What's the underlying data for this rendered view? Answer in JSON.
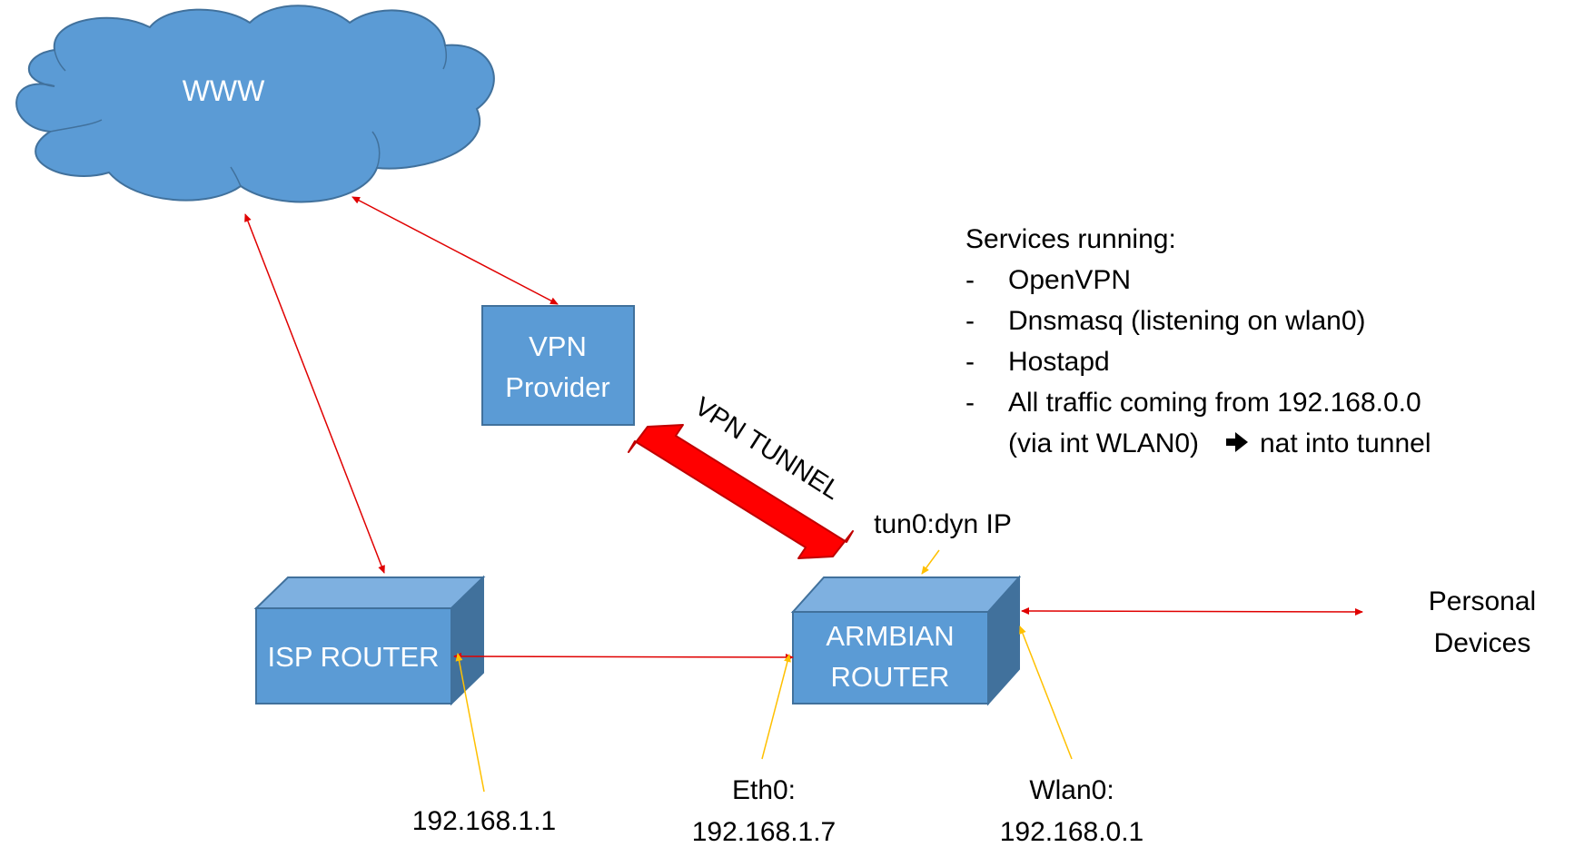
{
  "cloud": {
    "label": "WWW"
  },
  "vpn_provider": {
    "line1": "VPN",
    "line2": "Provider"
  },
  "tunnel": {
    "label": "VPN TUNNEL"
  },
  "isp_router": {
    "label": "ISP ROUTER",
    "ip": "192.168.1.1"
  },
  "armbian_router": {
    "line1": "ARMBIAN",
    "line2": "ROUTER",
    "tun0": "tun0:dyn IP",
    "eth0_label": "Eth0:",
    "eth0_ip": "192.168.1.7",
    "wlan0_label": "Wlan0:",
    "wlan0_ip": "192.168.0.1"
  },
  "personal_devices": {
    "line1": "Personal",
    "line2": "Devices"
  },
  "services": {
    "title": "Services running:",
    "bullet": "-",
    "items": [
      "OpenVPN",
      "Dnsmasq (listening on wlan0)",
      "Hostapd",
      "All traffic coming from 192.168.0.0"
    ],
    "continuation_pre": "(via int WLAN0)",
    "continuation_post": "nat into tunnel"
  },
  "colors": {
    "box_fill": "#5b9bd5",
    "box_top": "#7eb0e0",
    "box_side": "#41719c",
    "box_stroke": "#41719c",
    "link_red": "#e00000",
    "tunnel_red": "#ff0000",
    "pointer_yellow": "#ffc000"
  }
}
